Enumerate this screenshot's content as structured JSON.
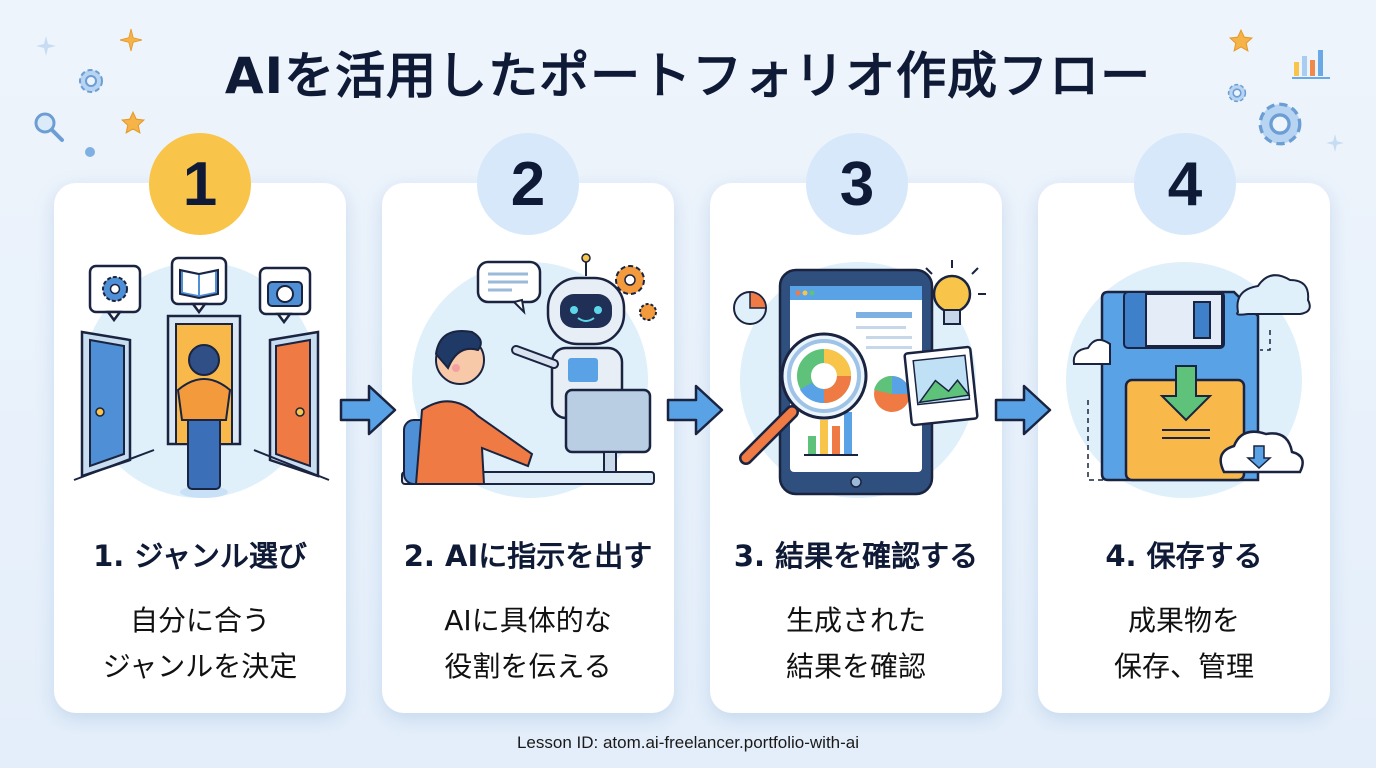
{
  "header": {
    "title": "AIを活用したポートフォリオ作成フロー"
  },
  "steps": [
    {
      "number": "1",
      "title": "1. ジャンル選び",
      "description_line1": "自分に合う",
      "description_line2": "ジャンルを決定",
      "illustration": "person-choosing-doors",
      "badge_state": "active"
    },
    {
      "number": "2",
      "title": "2. AIに指示を出す",
      "description_line1": "AIに具体的な",
      "description_line2": "役割を伝える",
      "illustration": "person-talking-to-robot",
      "badge_state": "normal"
    },
    {
      "number": "3",
      "title": "3. 結果を確認する",
      "description_line1": "生成された",
      "description_line2": "結果を確認",
      "illustration": "tablet-with-magnifier",
      "badge_state": "normal"
    },
    {
      "number": "4",
      "title": "4. 保存する",
      "description_line1": "成果物を",
      "description_line2": "保存、管理",
      "illustration": "floppy-disk-save",
      "badge_state": "normal"
    }
  ],
  "footer": {
    "lesson_id": "Lesson ID: atom.ai-freelancer.portfolio-with-ai"
  },
  "colors": {
    "active_badge": "#f8c54a",
    "normal_badge": "#d6e8fa",
    "arrow": "#5aa2e6",
    "title": "#0f1a36"
  }
}
